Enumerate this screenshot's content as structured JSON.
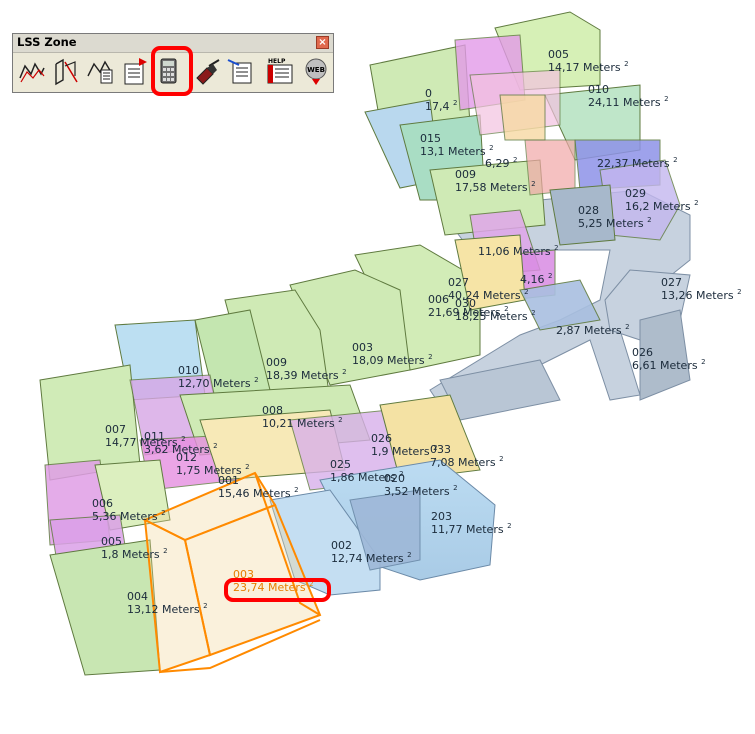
{
  "window": {
    "title": "LSS Zone"
  },
  "toolbar": {
    "tools": [
      {
        "id": "create-zone",
        "icon": "zone-walls-icon"
      },
      {
        "id": "edit-zone",
        "icon": "zone-edit-icon"
      },
      {
        "id": "zone-schedule",
        "icon": "zone-list-icon"
      },
      {
        "id": "zone-report",
        "icon": "report-export-icon"
      },
      {
        "id": "zone-calculator",
        "icon": "calculator-icon",
        "highlighted": true
      },
      {
        "id": "zone-paint",
        "icon": "paint-brush-icon"
      },
      {
        "id": "zone-table",
        "icon": "table-edit-icon"
      },
      {
        "id": "help",
        "icon": "help-icon",
        "label": "HELP"
      },
      {
        "id": "web",
        "icon": "web-icon",
        "label": "WEB"
      }
    ]
  },
  "zones": [
    {
      "num": "005",
      "area": "14,17 Meters"
    },
    {
      "num": "010",
      "area": "24,11 Meters"
    },
    {
      "num": "0",
      "area": "17,4"
    },
    {
      "num": "015",
      "area": "13,1 Meters"
    },
    {
      "num": "",
      "area": "6,29"
    },
    {
      "num": "",
      "area": "22,37 Meters"
    },
    {
      "num": "029",
      "area": "16,2 Meters"
    },
    {
      "num": "009",
      "area": "17,58 Meters"
    },
    {
      "num": "028",
      "area": "5,25 Meters"
    },
    {
      "num": "",
      "area": "11,06 Meters"
    },
    {
      "num": "",
      "area": "4,16"
    },
    {
      "num": "027",
      "area": "40,24 Meters"
    },
    {
      "num": "030",
      "area": "18,25 Meters"
    },
    {
      "num": "",
      "area": "2,87 Meters"
    },
    {
      "num": "006",
      "area": "21,69 Meters"
    },
    {
      "num": "027",
      "area": "13,26 Meters"
    },
    {
      "num": "009",
      "area": "18,39 Meters"
    },
    {
      "num": "003",
      "area": "18,09 Meters"
    },
    {
      "num": "010",
      "area": "12,70 Meters"
    },
    {
      "num": "026",
      "area": "6,61 Meters"
    },
    {
      "num": "008",
      "area": "10,21 Meters"
    },
    {
      "num": "007",
      "area": "14,77 Meters"
    },
    {
      "num": "011",
      "area": "3,62 Meters"
    },
    {
      "num": "026",
      "area": "1,9 Meters"
    },
    {
      "num": "033",
      "area": "7,08 Meters"
    },
    {
      "num": "012",
      "area": "1,75 Meters"
    },
    {
      "num": "001",
      "area": "15,46 Meters"
    },
    {
      "num": "025",
      "area": "1,86 Meters"
    },
    {
      "num": "020",
      "area": "3,52 Meters"
    },
    {
      "num": "006",
      "area": "5,36 Meters"
    },
    {
      "num": "203",
      "area": "11,77 Meters"
    },
    {
      "num": "002",
      "area": "12,74 Meters"
    },
    {
      "num": "005",
      "area": "1,8 Meters"
    },
    {
      "num": "004",
      "area": "13,12 Meters"
    }
  ],
  "selected_zone": {
    "num": "003",
    "area": "23,74 Meters"
  },
  "unit_sup": "2",
  "colors": {
    "highlight": "#ff0000",
    "selected": "#e67e00"
  }
}
